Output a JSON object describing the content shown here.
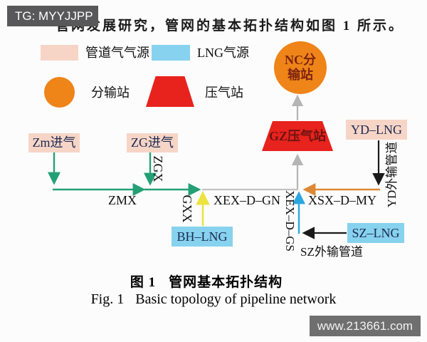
{
  "window": {
    "tag_badge": "TG: MYYJJPP",
    "watermark": "www.213661.com"
  },
  "intro": {
    "clipped_sentence": "管网发展研究，管网的基本拓扑结构如图 1 所示。"
  },
  "legend": {
    "items": [
      {
        "label": "管道气气源",
        "swatch": "pink-rect",
        "color": "#f7d5c6"
      },
      {
        "label": "LNG气源",
        "swatch": "blue-rect",
        "color": "#87d2ee"
      },
      {
        "label": "分输站",
        "swatch": "orange-circle",
        "color": "#ef8418"
      },
      {
        "label": "压气站",
        "swatch": "red-trapezoid",
        "color": "#e8221d"
      }
    ]
  },
  "nodes": {
    "zm_inlet": {
      "label": "Zm进气"
    },
    "zg_inlet": {
      "label": "ZG进气"
    },
    "nc_station": {
      "line1": "NC分",
      "line2": "输站"
    },
    "gz_station": {
      "label": "GZ压气站"
    },
    "yd_lng": {
      "label": "YD–LNG"
    },
    "bh_lng": {
      "label": "BH–LNG"
    },
    "sz_lng": {
      "label": "SZ–LNG"
    }
  },
  "pipelines": {
    "zmx": "ZMX",
    "zgx": "ZGX",
    "gxx": "GXX",
    "xex_d_gn": "XEX–D–GN",
    "xsx_d_my": "XSX–D–MY",
    "xex_d_gs": "XEX–D–GS",
    "yd_export": "YD外输管道",
    "sz_export": "SZ外输管道"
  },
  "caption": {
    "zh_prefix": "图 1",
    "zh_title": "管网基本拓扑结构",
    "en_prefix": "Fig. 1",
    "en_title": "Basic topology of pipeline network"
  },
  "colors": {
    "pipeline_gas_source": "#f7d5c6",
    "lng_source": "#87d2ee",
    "distribution_station": "#ef8418",
    "compressor_station": "#e8221d",
    "green_line": "#24a075",
    "yellow_line": "#ece33f",
    "blue_line": "#2ba7df",
    "orange_line": "#dd8833",
    "gray_line": "#bdbdbd",
    "black_line": "#1a1a1a",
    "badge_bg": "#58585a",
    "watermark_bg": "#6f6f6f"
  }
}
